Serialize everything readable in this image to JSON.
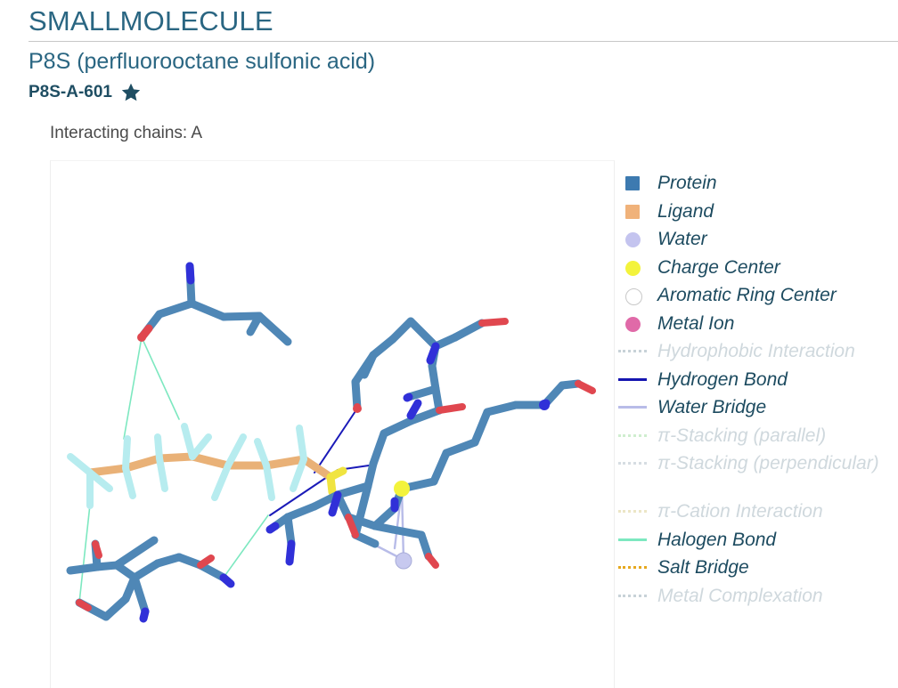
{
  "header": {
    "title": "SMALLMOLECULE",
    "subtitle": "P8S (perfluorooctane sulfonic acid)",
    "ligand_id": "P8S-A-601",
    "star_icon": "star-icon"
  },
  "chains": {
    "label": "Interacting chains: A"
  },
  "legend": {
    "items": [
      {
        "label": "Protein",
        "color": "#3d7ab0",
        "shape": "square",
        "faded": false
      },
      {
        "label": "Ligand",
        "color": "#f0b27a",
        "shape": "square",
        "faded": false
      },
      {
        "label": "Water",
        "color": "#c4c4ef",
        "shape": "circle",
        "faded": false
      },
      {
        "label": "Charge Center",
        "color": "#f3f33c",
        "shape": "circle",
        "faded": false
      },
      {
        "label": "Aromatic Ring Center",
        "color": "#ffffff",
        "shape": "circle",
        "faded": false
      },
      {
        "label": "Metal Ion",
        "color": "#e06aa8",
        "shape": "circle",
        "faded": false
      },
      {
        "label": "Hydrophobic Interaction",
        "color": "#c8d2d8",
        "shape": "dotted",
        "faded": true
      },
      {
        "label": "Hydrogen Bond",
        "color": "#1515b0",
        "shape": "solid",
        "faded": false
      },
      {
        "label": "Water Bridge",
        "color": "#b8bce8",
        "shape": "solid",
        "faded": false
      },
      {
        "label": "π-Stacking (parallel)",
        "color": "#cfeecf",
        "shape": "dotted",
        "faded": true
      },
      {
        "label": "π-Stacking (perpendicular)",
        "color": "#d6dde2",
        "shape": "dotted",
        "faded": true
      },
      {
        "label": "π-Cation Interaction",
        "color": "#ece6c6",
        "shape": "dotted",
        "faded": true
      },
      {
        "label": "Halogen Bond",
        "color": "#7de8c0",
        "shape": "solid",
        "faded": false
      },
      {
        "label": "Salt Bridge",
        "color": "#e6a81e",
        "shape": "dotted",
        "faded": false
      },
      {
        "label": "Metal Complexation",
        "color": "#c8d2d8",
        "shape": "dotted",
        "faded": true
      }
    ]
  }
}
